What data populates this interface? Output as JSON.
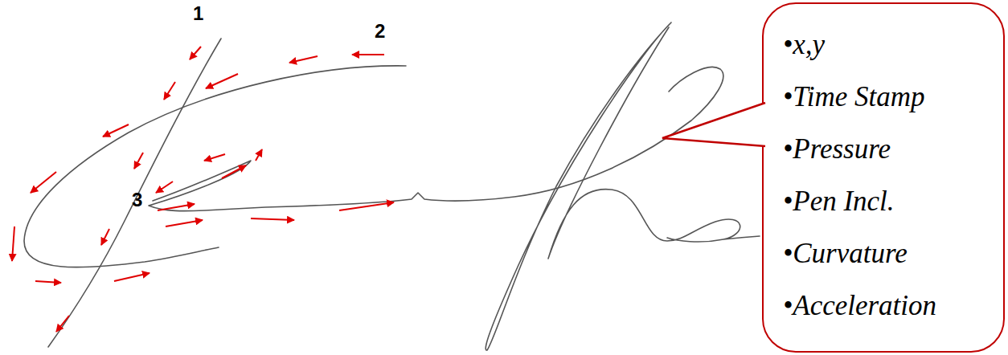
{
  "diagram": {
    "nodes": [
      {
        "text": [
          "•x,y",
          "•Time Stamp",
          "•Pressure",
          "•Pen Incl.",
          "•Curvature",
          "•Acceleration"
        ]
      }
    ],
    "edges": [],
    "labels": [
      "1",
      "2",
      "3"
    ]
  }
}
